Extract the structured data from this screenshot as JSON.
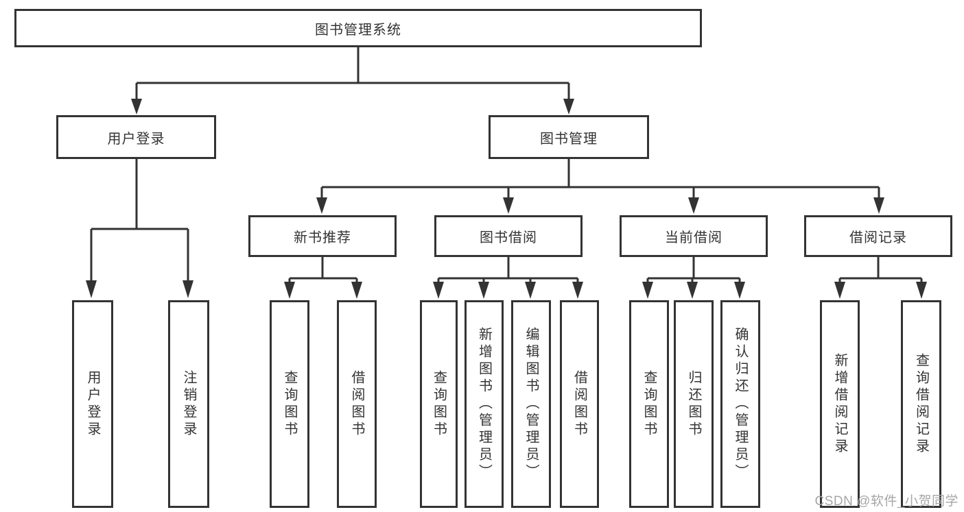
{
  "diagram": {
    "root": {
      "label": "图书管理系统"
    },
    "level2": [
      {
        "id": "user-login",
        "label": "用户登录"
      },
      {
        "id": "book-management",
        "label": "图书管理"
      }
    ],
    "level3": [
      {
        "id": "new-book-recommend",
        "label": "新书推荐"
      },
      {
        "id": "book-borrow",
        "label": "图书借阅"
      },
      {
        "id": "current-borrow",
        "label": "当前借阅"
      },
      {
        "id": "borrow-records",
        "label": "借阅记录"
      }
    ],
    "leaves": {
      "user_login": [
        {
          "label": "用户登录"
        },
        {
          "label": "注销登录"
        }
      ],
      "new_book": [
        {
          "label": "查询图书"
        },
        {
          "label": "借阅图书"
        }
      ],
      "book_borrow": [
        {
          "label": "查询图书"
        },
        {
          "label": "新增图书（管理员）"
        },
        {
          "label": "编辑图书（管理员）"
        },
        {
          "label": "借阅图书"
        }
      ],
      "current_borrow": [
        {
          "label": "查询图书"
        },
        {
          "label": "归还图书"
        },
        {
          "label": "确认归还（管理员）"
        }
      ],
      "borrow_records": [
        {
          "label": "新增借阅记录"
        },
        {
          "label": "查询借阅记录"
        }
      ]
    }
  },
  "watermark": {
    "text": "CSDN @软件_小贺同学",
    "color": "#a6a6a6"
  },
  "colors": {
    "line": "#333333",
    "box_background": "#ffffff",
    "text": "#333333"
  }
}
